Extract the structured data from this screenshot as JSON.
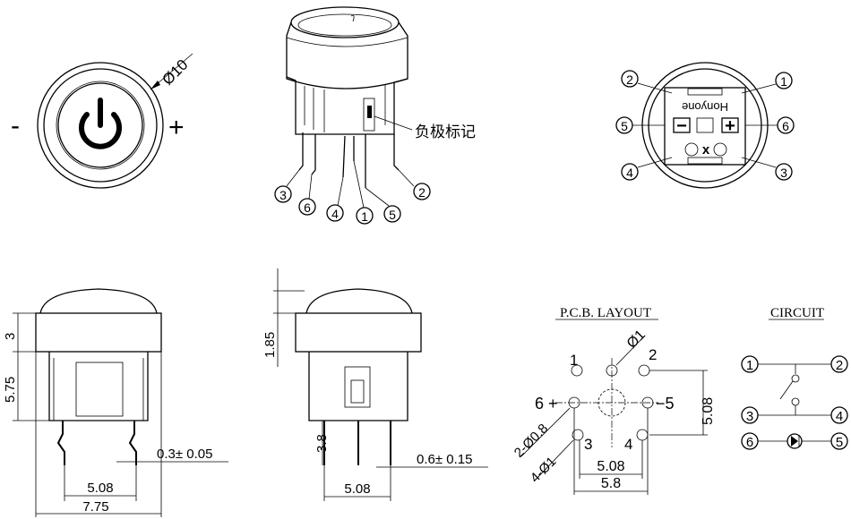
{
  "front_view": {
    "minus": "-",
    "plus": "+",
    "diameter": "Ø10"
  },
  "iso_view": {
    "polarity_mark": "负极标记",
    "pins": [
      "3",
      "6",
      "4",
      "1",
      "5",
      "2"
    ]
  },
  "bottom_view": {
    "brand": "Honyone",
    "minus": "−",
    "plus": "+",
    "x_mark": "x",
    "pins": [
      "2",
      "1",
      "5",
      "6",
      "4",
      "3"
    ]
  },
  "side_view_1": {
    "dim_cap": "3",
    "dim_body": "5.75",
    "dim_pin_thickness": "0.3± 0.05",
    "dim_pitch": "5.08",
    "dim_width": "7.75"
  },
  "side_view_2": {
    "dim_cap": "1.85",
    "dim_pin_length": "3.8",
    "dim_pin_width": "0.6± 0.15",
    "dim_pitch": "5.08"
  },
  "pcb_layout": {
    "title": "P.C.B.  LAYOUT",
    "hole_dia": "Ø1",
    "pin_labels": [
      "1",
      "2",
      "6 +",
      "−5",
      "3",
      "4"
    ],
    "dim_vertical": "5.08",
    "dim_pitch": "5.08",
    "dim_span": "5.8",
    "led_holes": "2-Ø0.8",
    "switch_holes": "4-Ø1"
  },
  "circuit": {
    "title": "CIRCUIT",
    "pins": [
      "1",
      "2",
      "3",
      "4",
      "6",
      "5"
    ]
  }
}
